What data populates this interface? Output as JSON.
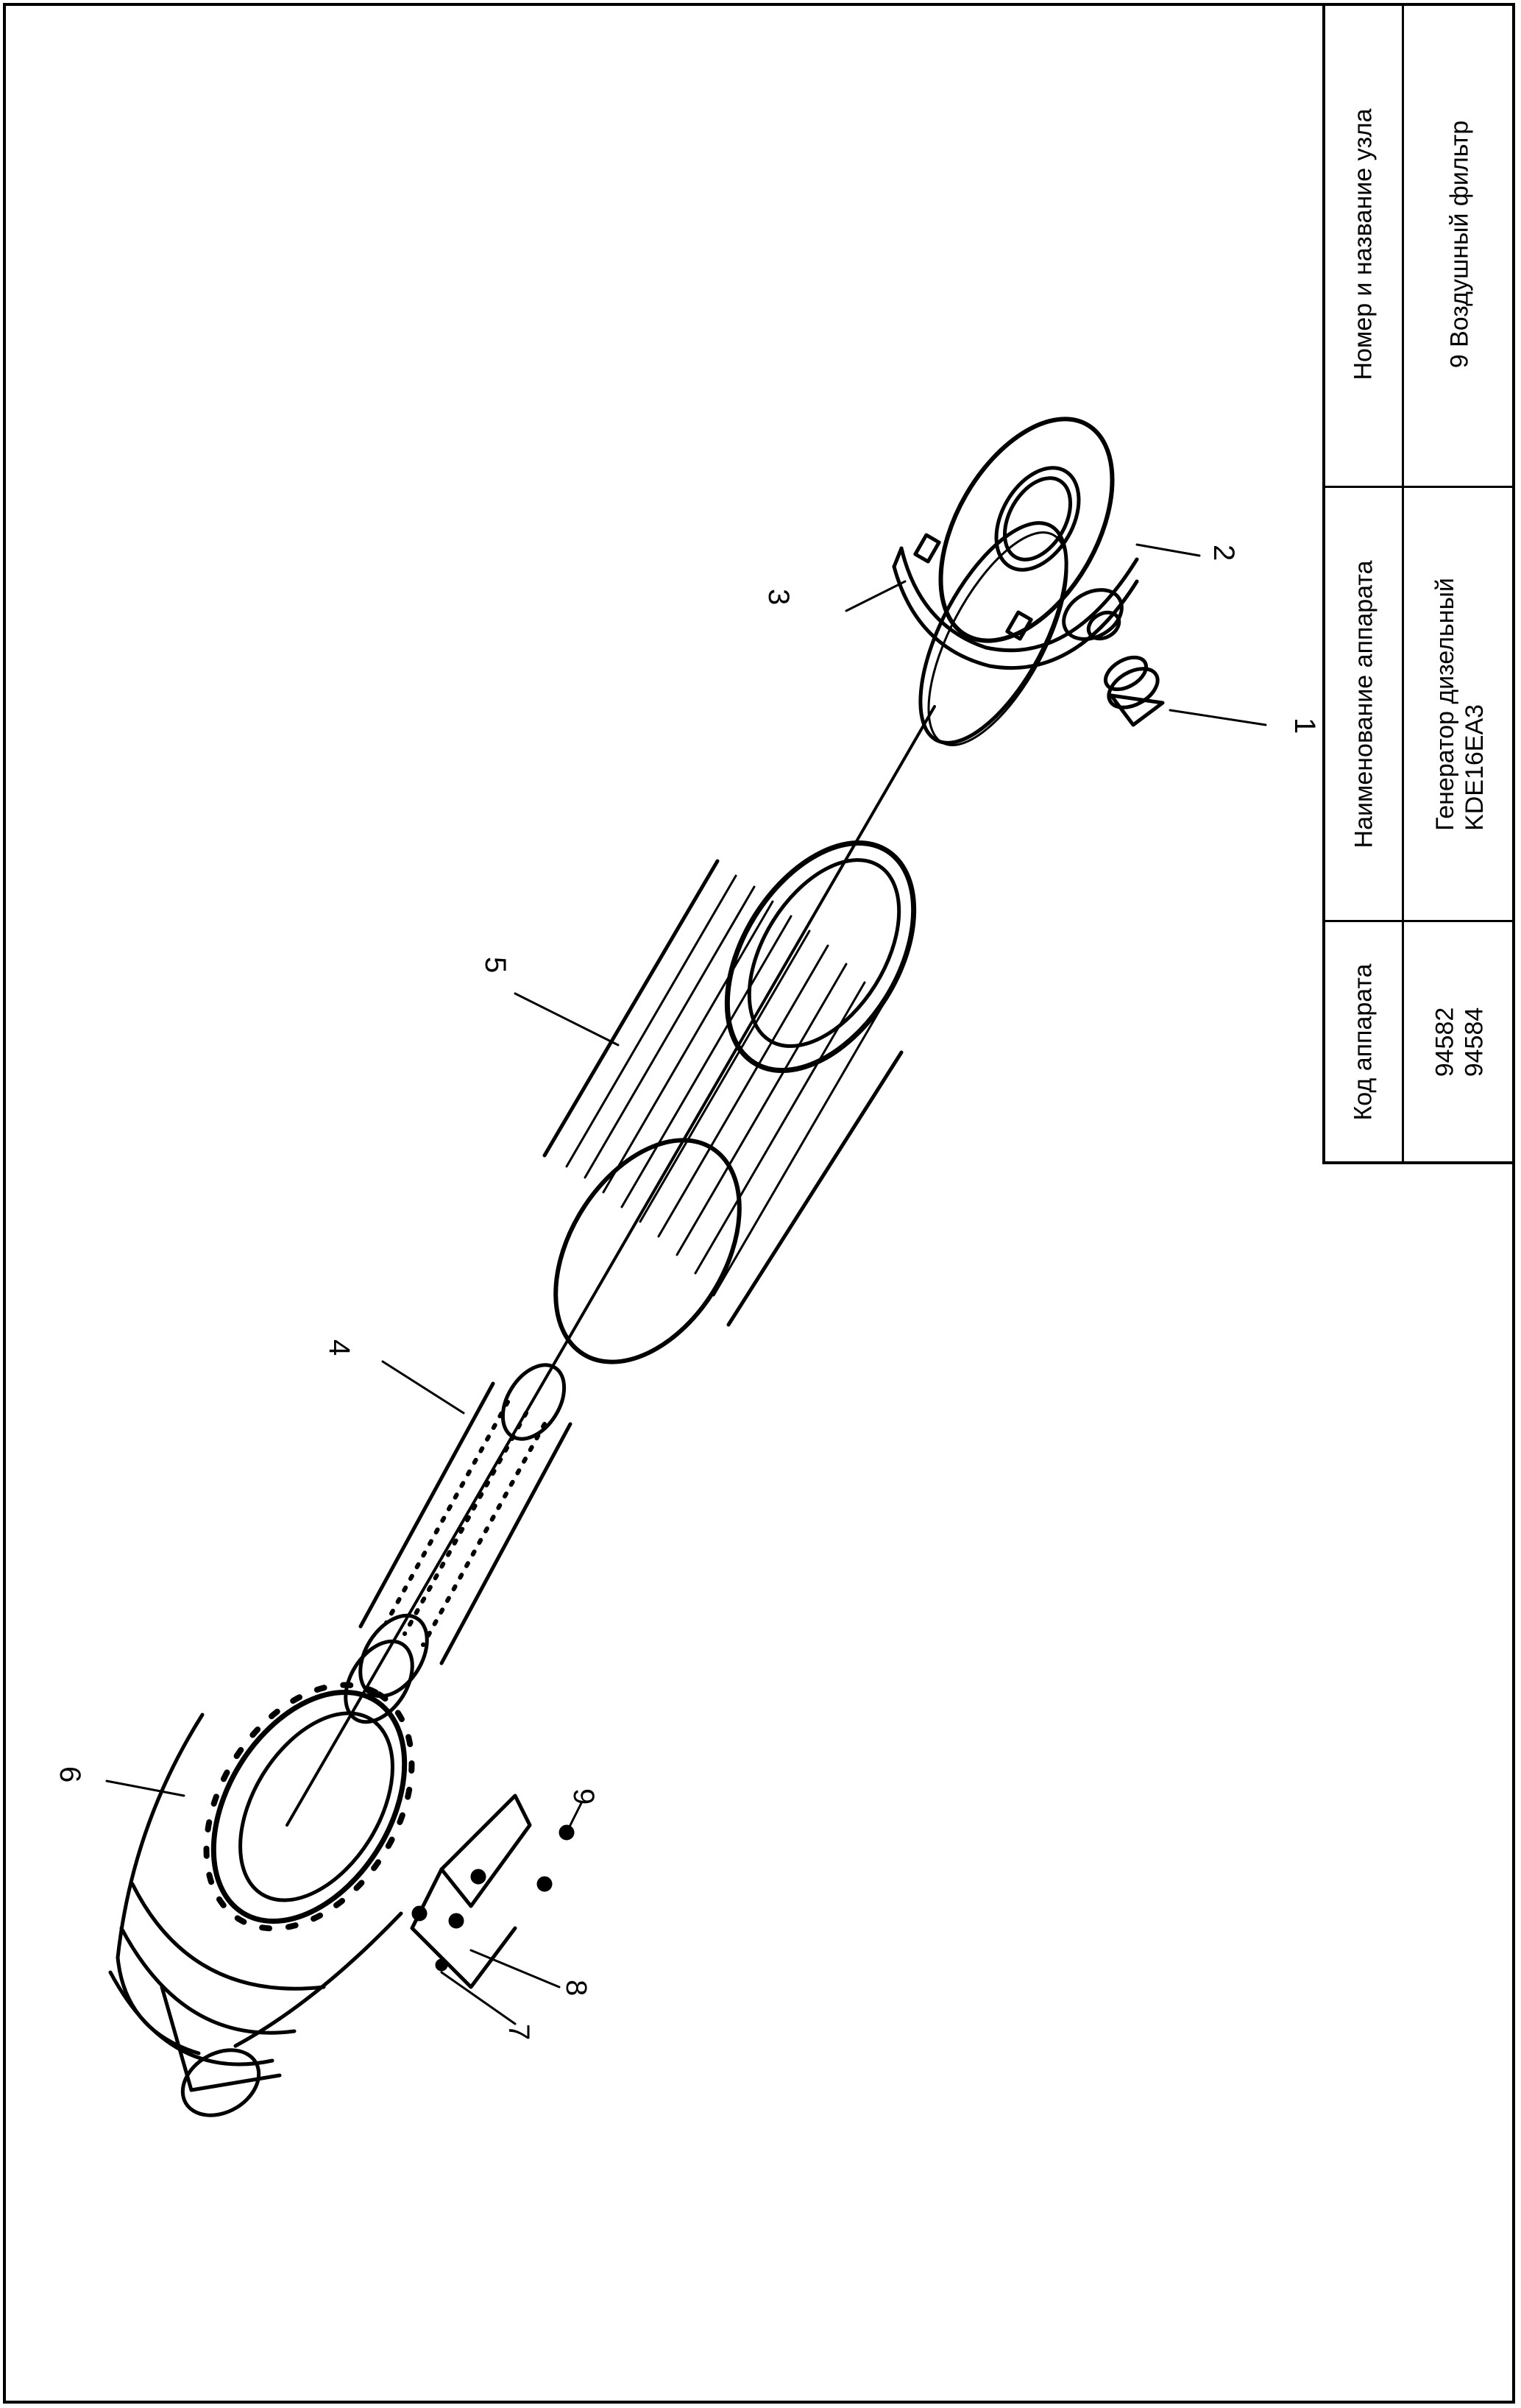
{
  "title_block": {
    "headers": {
      "code": "Код аппарата",
      "name": "Наименование аппарата",
      "unit": "Номер и название узла"
    },
    "values": {
      "code_lines": [
        "94582",
        "94584"
      ],
      "name_lines": [
        "Генератор дизельный",
        "KDE16EA3"
      ],
      "unit": "9  Воздушный фильтр"
    }
  },
  "callouts": [
    "1",
    "2",
    "3",
    "4",
    "5",
    "6",
    "7",
    "8",
    "9"
  ]
}
